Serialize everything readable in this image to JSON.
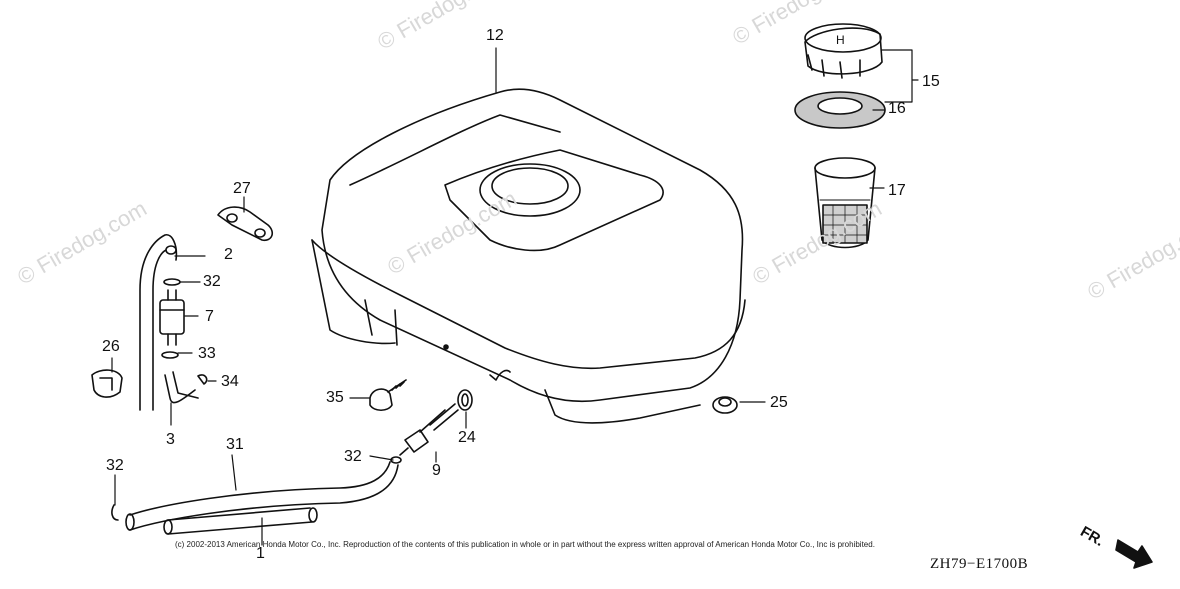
{
  "watermark": "© Firedog.com",
  "copyright": "(c) 2002-2013 American Honda Motor Co., Inc. Reproduction of the contents of this publication in whole or in part without the express written approval of American Honda Motor Co., Inc is prohibited.",
  "diagram_code": "ZH79−E1700B",
  "front_marker": "FR.",
  "parts": {
    "p1": "1",
    "p2": "2",
    "p3": "3",
    "p7": "7",
    "p9": "9",
    "p12": "12",
    "p15": "15",
    "p16": "16",
    "p17": "17",
    "p24": "24",
    "p25": "25",
    "p26": "26",
    "p27": "27",
    "p31": "31",
    "p32a": "32",
    "p32b": "32",
    "p32c": "32",
    "p33": "33",
    "p34": "34",
    "p35": "35"
  }
}
